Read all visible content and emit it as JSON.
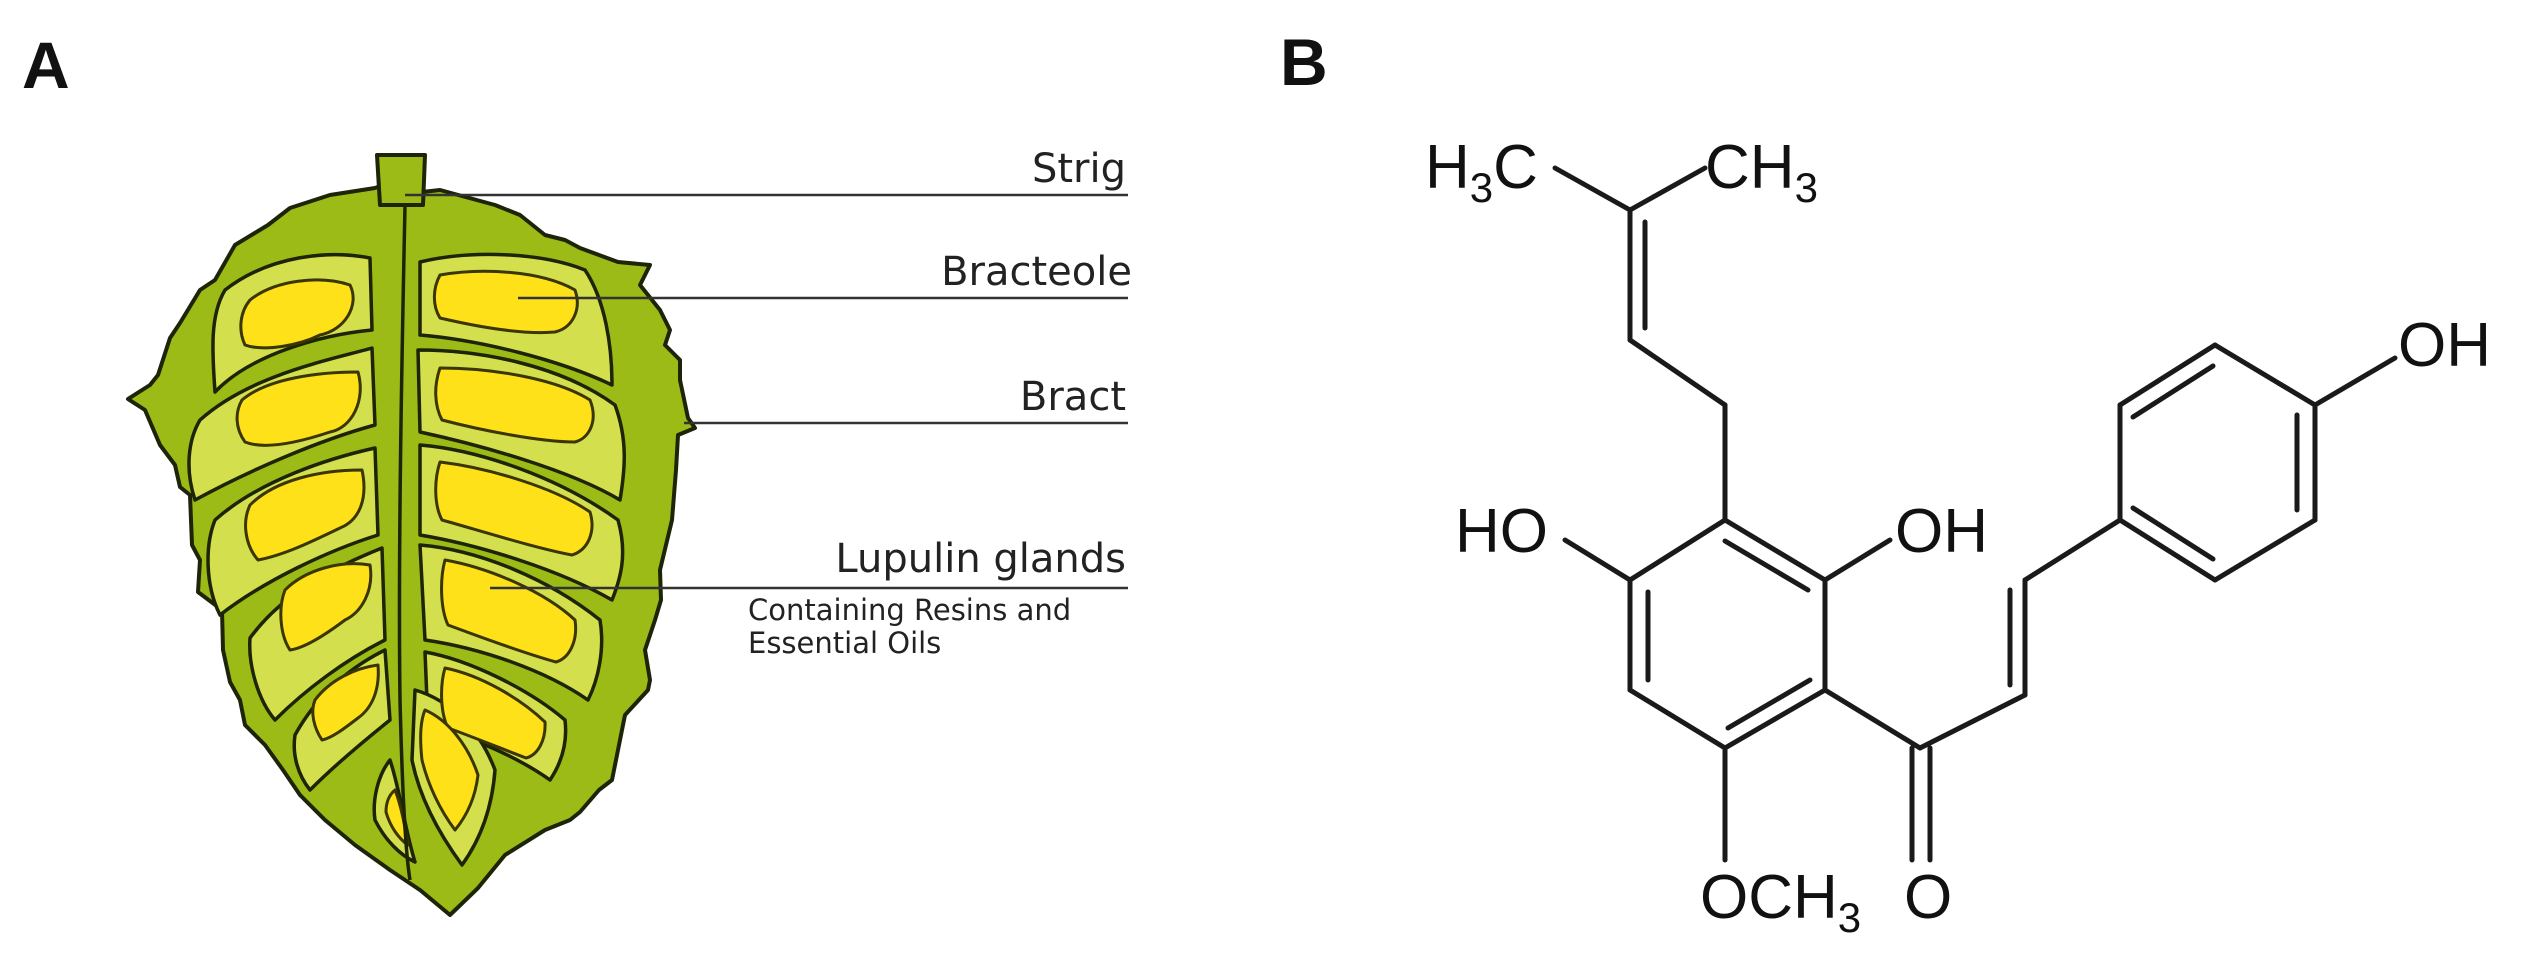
{
  "panels": {
    "a": {
      "letter": "A"
    },
    "b": {
      "letter": "B"
    }
  },
  "hop_cone": {
    "callouts": {
      "strig": "Strig",
      "bracteole": "Bracteole",
      "bract": "Bract",
      "lupulin_glands": "Lupulin glands",
      "resins_line1": "Containing Resins and",
      "resins_line2": "Essential Oils"
    },
    "colors": {
      "cone_green": "#9cbb17",
      "bract_light": "#d3df4c",
      "gland_yellow": "#ffe11a",
      "outline": "#1d2408"
    }
  },
  "molecule": {
    "labels": {
      "methyl_left": {
        "main": "H",
        "sub": "3",
        "tail": "C"
      },
      "methyl_right": {
        "main": "CH",
        "sub": "3"
      },
      "hydroxyl_left": "HO",
      "hydroxyl_right": "OH",
      "hydroxyl_para": "OH",
      "methoxy": {
        "main": "OCH",
        "sub": "3"
      },
      "carbonyl_oxygen": "O"
    }
  }
}
